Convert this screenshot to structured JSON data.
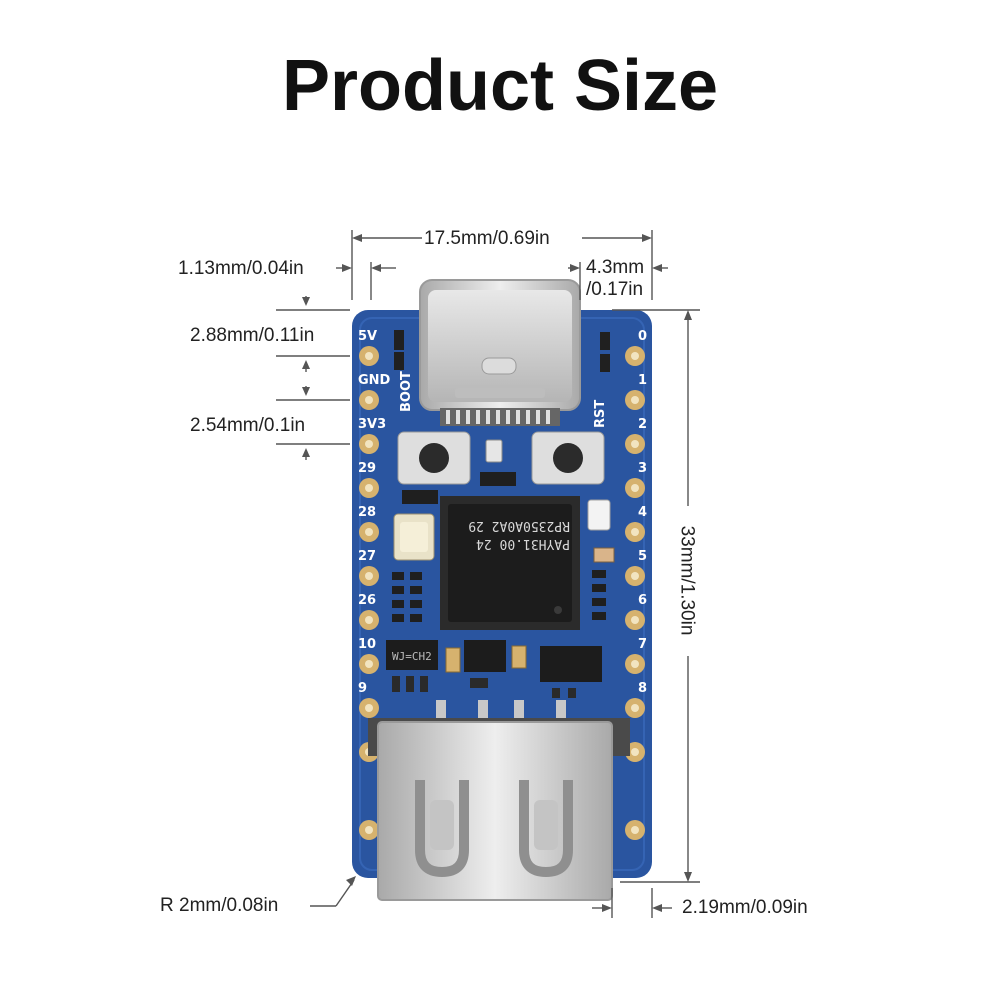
{
  "title": "Product Size",
  "dimensions": {
    "width": "17.5mm/0.69in",
    "left_offset": "1.13mm/0.04in",
    "usbc_offset_line1": "4.3mm",
    "usbc_offset_line2": "/0.17in",
    "top_pin_offset": "2.88mm/0.11in",
    "pin_pitch": "2.54mm/0.1in",
    "height": "33mm/1.30in",
    "corner_radius": "R 2mm/0.08in",
    "usba_overhang": "2.19mm/0.09in"
  },
  "board": {
    "left_pins": [
      "5V",
      "GND",
      "3V3",
      "29",
      "28",
      "27",
      "26",
      "10",
      "9"
    ],
    "right_pins": [
      "0",
      "1",
      "2",
      "3",
      "4",
      "5",
      "6",
      "7",
      "8"
    ],
    "boot_label": "BOOT",
    "rst_label": "RST",
    "chip_line1": "RP2350A0A2 29",
    "chip_line2": "PAYH31.00 24",
    "reg_label": "WJ=CH2"
  },
  "colors": {
    "pcb": "#2a55a0",
    "pad": "#d6b26e",
    "silkscreen": "#ffffff",
    "chip": "#1c1c1c",
    "metal": "#c9c9c9",
    "line": "#555555"
  }
}
